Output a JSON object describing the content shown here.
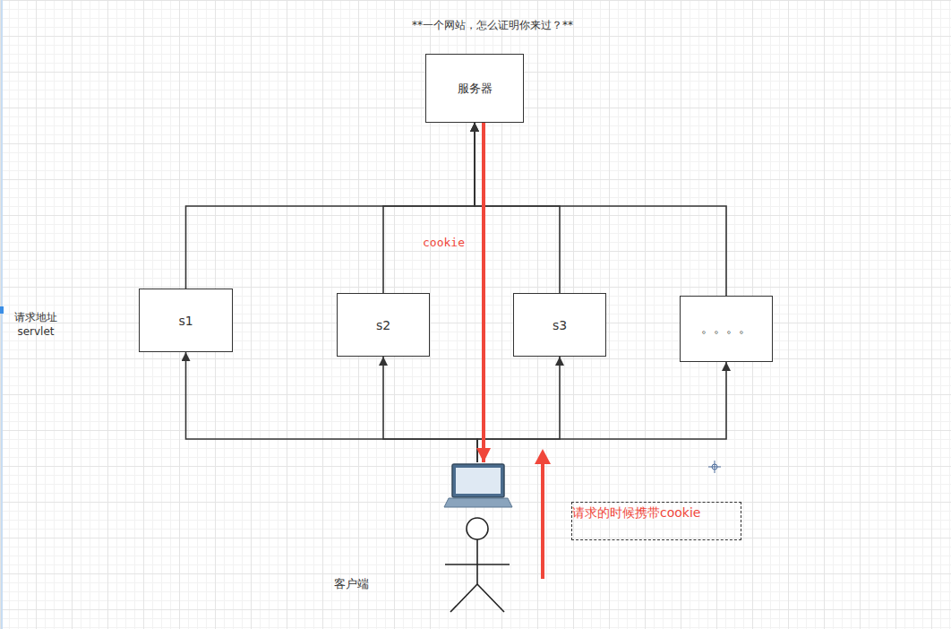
{
  "diagram": {
    "title": "**一个网站，怎么证明你来过？**",
    "nodes": [
      {
        "text": [
          "服务器"
        ]
      },
      {
        "text": [
          "s1"
        ]
      },
      {
        "text": [
          "s2"
        ]
      },
      {
        "text": [
          "s3"
        ]
      },
      {
        "text": [
          "。。。。"
        ]
      },
      {
        "text": [
          "客户端"
        ]
      }
    ],
    "edges": [
      {
        "from": 5,
        "to": 1,
        "arrow": "to"
      },
      {
        "from": 5,
        "to": 2,
        "arrow": "to"
      },
      {
        "from": 5,
        "to": 3,
        "arrow": "to"
      },
      {
        "from": 5,
        "to": 4,
        "arrow": "to"
      },
      {
        "from": 1,
        "to": 0,
        "arrow": "to"
      },
      {
        "from": 2,
        "to": 0,
        "arrow": "to"
      },
      {
        "from": 3,
        "to": 0,
        "arrow": "to"
      },
      {
        "from": 4,
        "to": 0,
        "arrow": "to"
      },
      {
        "from": 0,
        "to": 5,
        "arrow": "to"
      }
    ],
    "labels": [
      "cookie",
      "请求地址 servlet",
      "请求的时候携带cookie"
    ]
  }
}
